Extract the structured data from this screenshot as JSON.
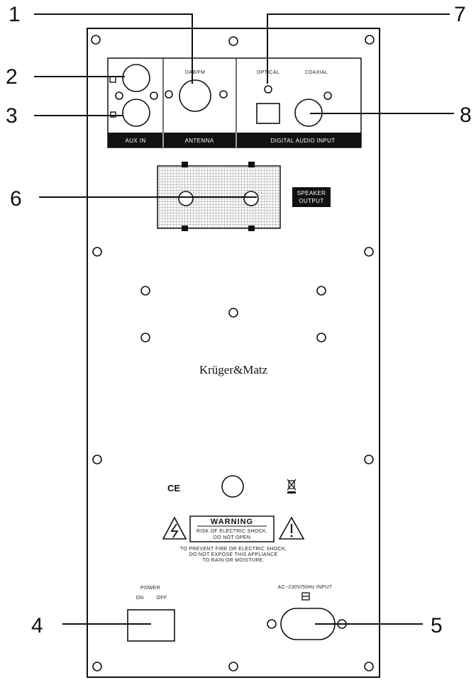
{
  "callouts": [
    "1",
    "2",
    "3",
    "4",
    "5",
    "6",
    "7",
    "8"
  ],
  "panel": {
    "brand": "Krüger&Matz",
    "aux_in": "AUX IN",
    "antenna": "ANTENNA",
    "antenna_port": "DAB/FM",
    "digital_audio_input": "DIGITAL AUDIO INPUT",
    "optical": "OPTICAL",
    "coaxial": "COAXIAL",
    "speaker_output_line1": "SPEAKER",
    "speaker_output_line2": "OUTPUT",
    "ce_mark": "CE",
    "warning_title": "WARNING",
    "warning_line1": "RISK OF ELECTRIC SHOCK,",
    "warning_line2": "DO NOT OPEN",
    "caution_line1": "TO PREVENT FIRE OR ELECTRIC SHOCK,",
    "caution_line2": "DO NOT EXPOSE THIS APPLIANCE",
    "caution_line3": "TO RAIN OR MOISTURE.",
    "power_label": "POWER",
    "power_on": "ON",
    "power_off": "OFF",
    "ac_input": "AC~230V/50Hz  INPUT"
  }
}
